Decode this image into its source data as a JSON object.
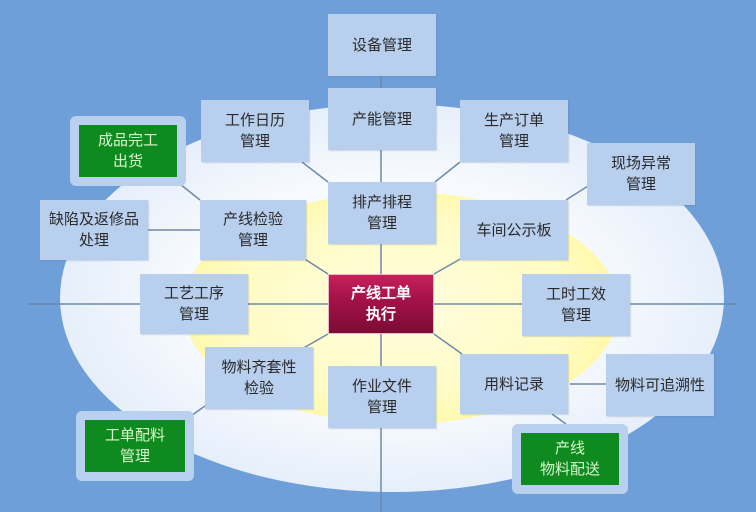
{
  "diagram": {
    "type": "radial-mind-map",
    "colors": {
      "background": "#6f9fd9",
      "node_fill": "#b8cfee",
      "center_fill": "#a5124a",
      "highlight_fill": "#0f8a1f",
      "highlight_text": "#d8f7cf",
      "inner_ring": "#fff79a"
    },
    "center": {
      "label": "产线工单\n执行"
    },
    "inner_nodes": [
      {
        "id": "capacity",
        "label": "排产排程\n管理"
      },
      {
        "id": "board",
        "label": "车间公示板"
      },
      {
        "id": "labor",
        "label": "工时工效\n管理"
      },
      {
        "id": "usage",
        "label": "用料记录"
      },
      {
        "id": "docs",
        "label": "作业文件\n管理"
      },
      {
        "id": "kitting",
        "label": "物料齐套性\n检验"
      },
      {
        "id": "routing",
        "label": "工艺工序\n管理"
      },
      {
        "id": "inspection",
        "label": "产线检验\n管理"
      }
    ],
    "outer_nodes": [
      {
        "id": "equipment",
        "label": "设备管理"
      },
      {
        "id": "capacity_mgmt",
        "label": "产能管理"
      },
      {
        "id": "calendar",
        "label": "工作日历\n管理"
      },
      {
        "id": "orders",
        "label": "生产订单\n管理"
      },
      {
        "id": "exceptions",
        "label": "现场异常\n管理"
      },
      {
        "id": "defects",
        "label": "缺陷及返修品\n处理"
      },
      {
        "id": "traceability",
        "label": "物料可追溯性"
      }
    ],
    "highlight_nodes": [
      {
        "id": "shipping",
        "label": "成品完工\n出货"
      },
      {
        "id": "material_prep",
        "label": "工单配料\n管理"
      },
      {
        "id": "line_delivery",
        "label": "产线\n物料配送"
      }
    ]
  }
}
